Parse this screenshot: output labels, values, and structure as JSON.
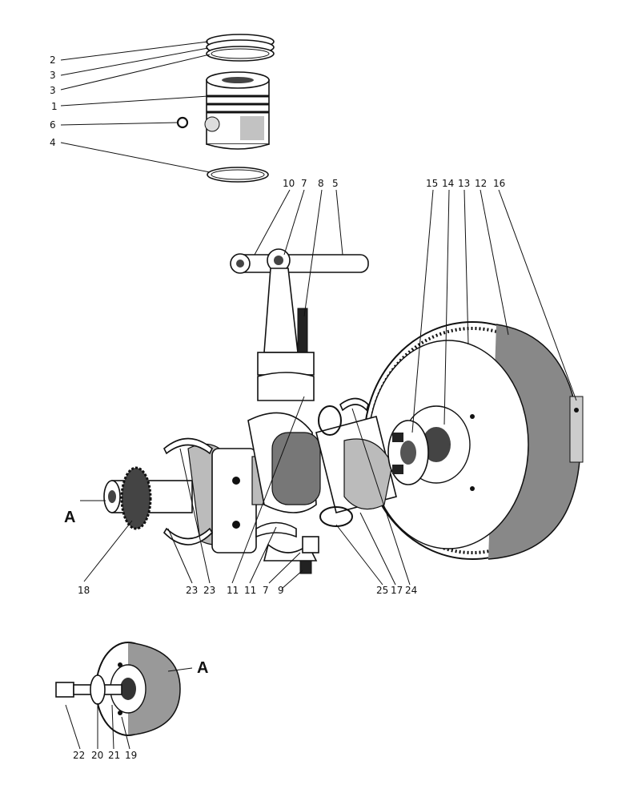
{
  "labels": {
    "l2": "2",
    "l3a": "3",
    "l3b": "3",
    "l1": "1",
    "l6": "6",
    "l4": "4",
    "l10": "10",
    "l7a": "7",
    "l8": "8",
    "l5": "5",
    "l15": "15",
    "l14": "14",
    "l13": "13",
    "l12": "12",
    "l16": "16",
    "l18": "18",
    "l23a": "23",
    "l23b": "23",
    "l11a": "11",
    "l11b": "11",
    "l7b": "7",
    "l9": "9",
    "l25": "25",
    "l17": "17",
    "l24": "24",
    "l22": "22",
    "l20": "20",
    "l21": "21",
    "l19": "19",
    "refA1": "A",
    "refA2": "A"
  }
}
